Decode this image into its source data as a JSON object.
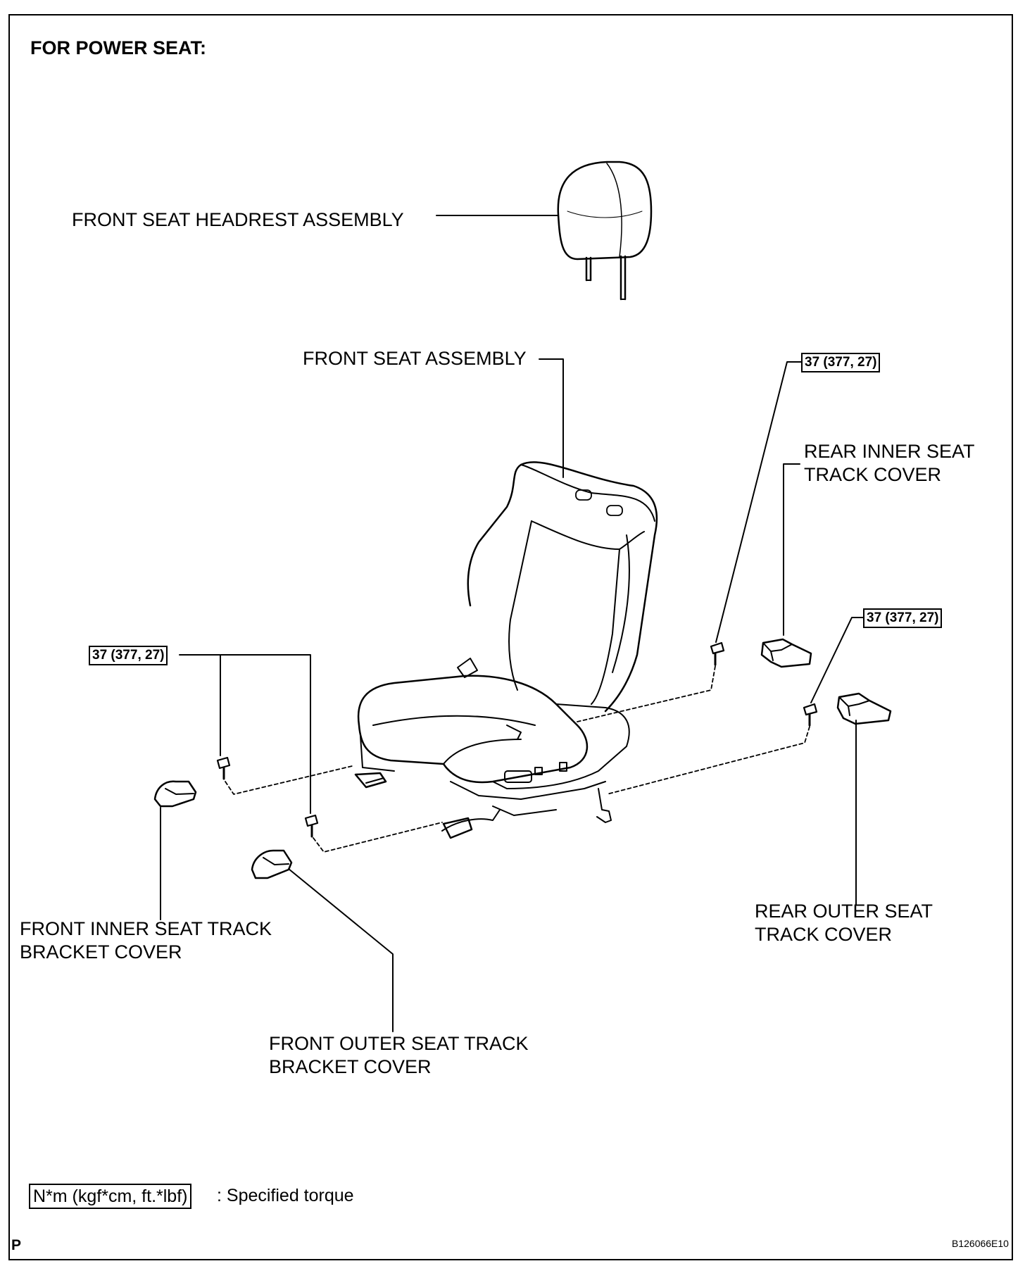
{
  "heading": "FOR POWER SEAT:",
  "parts": {
    "headrest": "FRONT SEAT HEADREST ASSEMBLY",
    "seat": "FRONT SEAT ASSEMBLY",
    "rear_inner": [
      "REAR  INNER SEAT",
      "TRACK COVER"
    ],
    "rear_outer": [
      "REAR OUTER SEAT",
      "TRACK COVER"
    ],
    "front_inner": [
      "FRONT INNER SEAT TRACK",
      "BRACKET COVER"
    ],
    "front_outer": [
      "FRONT OUTER SEAT TRACK",
      "BRACKET COVER"
    ]
  },
  "torque": {
    "rear_inner": "37 (377, 27)",
    "rear_outer": "37 (377, 27)",
    "front": "37 (377, 27)"
  },
  "legend": {
    "unit": "N*m (kgf*cm, ft.*lbf)",
    "text": ": Specified torque"
  },
  "corner_mark": "P",
  "figure_id": "B126066E10"
}
